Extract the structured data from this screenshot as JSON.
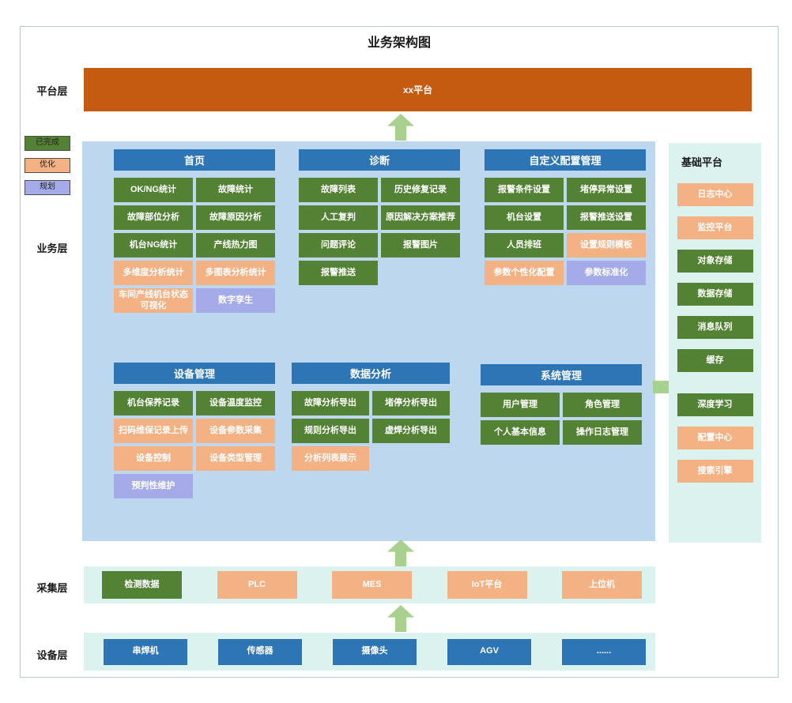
{
  "title": "业务架构图",
  "legend": [
    {
      "label": "已完成",
      "type": "done"
    },
    {
      "label": "优化",
      "type": "optimize"
    },
    {
      "label": "规划",
      "type": "plan"
    }
  ],
  "platform_layer": {
    "label": "平台层",
    "bar": "xx平台"
  },
  "business_layer": {
    "label": "业务层",
    "modules": [
      {
        "title": "首页",
        "items": [
          {
            "label": "OK/NG统计",
            "type": "done"
          },
          {
            "label": "故障统计",
            "type": "done"
          },
          {
            "label": "故障部位分析",
            "type": "done"
          },
          {
            "label": "故障原因分析",
            "type": "done"
          },
          {
            "label": "机台NG统计",
            "type": "done"
          },
          {
            "label": "产线热力图",
            "type": "done"
          },
          {
            "label": "多维度分析统计",
            "type": "optimize"
          },
          {
            "label": "多图表分析统计",
            "type": "optimize"
          },
          {
            "label": "车间产线机台状态可视化",
            "type": "optimize"
          },
          {
            "label": "数字孪生",
            "type": "plan"
          }
        ]
      },
      {
        "title": "诊断",
        "items": [
          {
            "label": "故障列表",
            "type": "done"
          },
          {
            "label": "历史修复记录",
            "type": "done"
          },
          {
            "label": "人工复判",
            "type": "done"
          },
          {
            "label": "原因解决方案推荐",
            "type": "done"
          },
          {
            "label": "问题评论",
            "type": "done"
          },
          {
            "label": "报警图片",
            "type": "done"
          },
          {
            "label": "报警推送",
            "type": "done"
          }
        ]
      },
      {
        "title": "自定义配置管理",
        "items": [
          {
            "label": "报警条件设置",
            "type": "done"
          },
          {
            "label": "堵停异常设置",
            "type": "done"
          },
          {
            "label": "机台设置",
            "type": "done"
          },
          {
            "label": "报警推送设置",
            "type": "done"
          },
          {
            "label": "人员排班",
            "type": "done"
          },
          {
            "label": "设置规则模板",
            "type": "optimize"
          },
          {
            "label": "参数个性化配置",
            "type": "optimize"
          },
          {
            "label": "参数标准化",
            "type": "plan"
          }
        ]
      },
      {
        "title": "设备管理",
        "items": [
          {
            "label": "机台保养记录",
            "type": "done"
          },
          {
            "label": "设备温度监控",
            "type": "done"
          },
          {
            "label": "扫码维保记录上传",
            "type": "optimize"
          },
          {
            "label": "设备参数采集",
            "type": "optimize"
          },
          {
            "label": "设备控制",
            "type": "optimize"
          },
          {
            "label": "设备类型管理",
            "type": "optimize"
          },
          {
            "label": "预判性维护",
            "type": "plan"
          }
        ]
      },
      {
        "title": "数据分析",
        "items": [
          {
            "label": "故障分析导出",
            "type": "done"
          },
          {
            "label": "堵停分析导出",
            "type": "done"
          },
          {
            "label": "规则分析导出",
            "type": "done"
          },
          {
            "label": "虚焊分析导出",
            "type": "done"
          },
          {
            "label": "分析列表展示",
            "type": "optimize"
          }
        ]
      },
      {
        "title": "系统管理",
        "items": [
          {
            "label": "用户管理",
            "type": "done"
          },
          {
            "label": "角色管理",
            "type": "done"
          },
          {
            "label": "个人基本信息",
            "type": "done"
          },
          {
            "label": "操作日志管理",
            "type": "done"
          }
        ]
      }
    ]
  },
  "base_platform": {
    "title": "基础平台",
    "items": [
      {
        "label": "日志中心",
        "type": "optimize"
      },
      {
        "label": "监控平台",
        "type": "optimize"
      },
      {
        "label": "对象存储",
        "type": "done"
      },
      {
        "label": "数据存储",
        "type": "done"
      },
      {
        "label": "消息队列",
        "type": "done"
      },
      {
        "label": "缓存",
        "type": "done"
      },
      {
        "label": "深度学习",
        "type": "done"
      },
      {
        "label": "配置中心",
        "type": "optimize"
      },
      {
        "label": "搜索引擎",
        "type": "optimize"
      }
    ]
  },
  "collection_layer": {
    "label": "采集层",
    "items": [
      {
        "label": "检测数据",
        "type": "done"
      },
      {
        "label": "PLC",
        "type": "optimize"
      },
      {
        "label": "MES",
        "type": "optimize"
      },
      {
        "label": "IoT平台",
        "type": "optimize"
      },
      {
        "label": "上位机",
        "type": "optimize"
      }
    ]
  },
  "device_layer": {
    "label": "设备层",
    "items": [
      {
        "label": "串焊机"
      },
      {
        "label": "传感器"
      },
      {
        "label": "摄像头"
      },
      {
        "label": "AGV"
      },
      {
        "label": "......"
      }
    ]
  },
  "colors": {
    "done": "#548235",
    "optimize": "#f4b183",
    "plan": "#a5abe9",
    "header_blue": "#2e75b6",
    "platform_orange": "#c55a11",
    "business_bg": "#bdd7ee",
    "base_bg": "#dcf2ef",
    "arrow_green": "#a9d18e"
  }
}
